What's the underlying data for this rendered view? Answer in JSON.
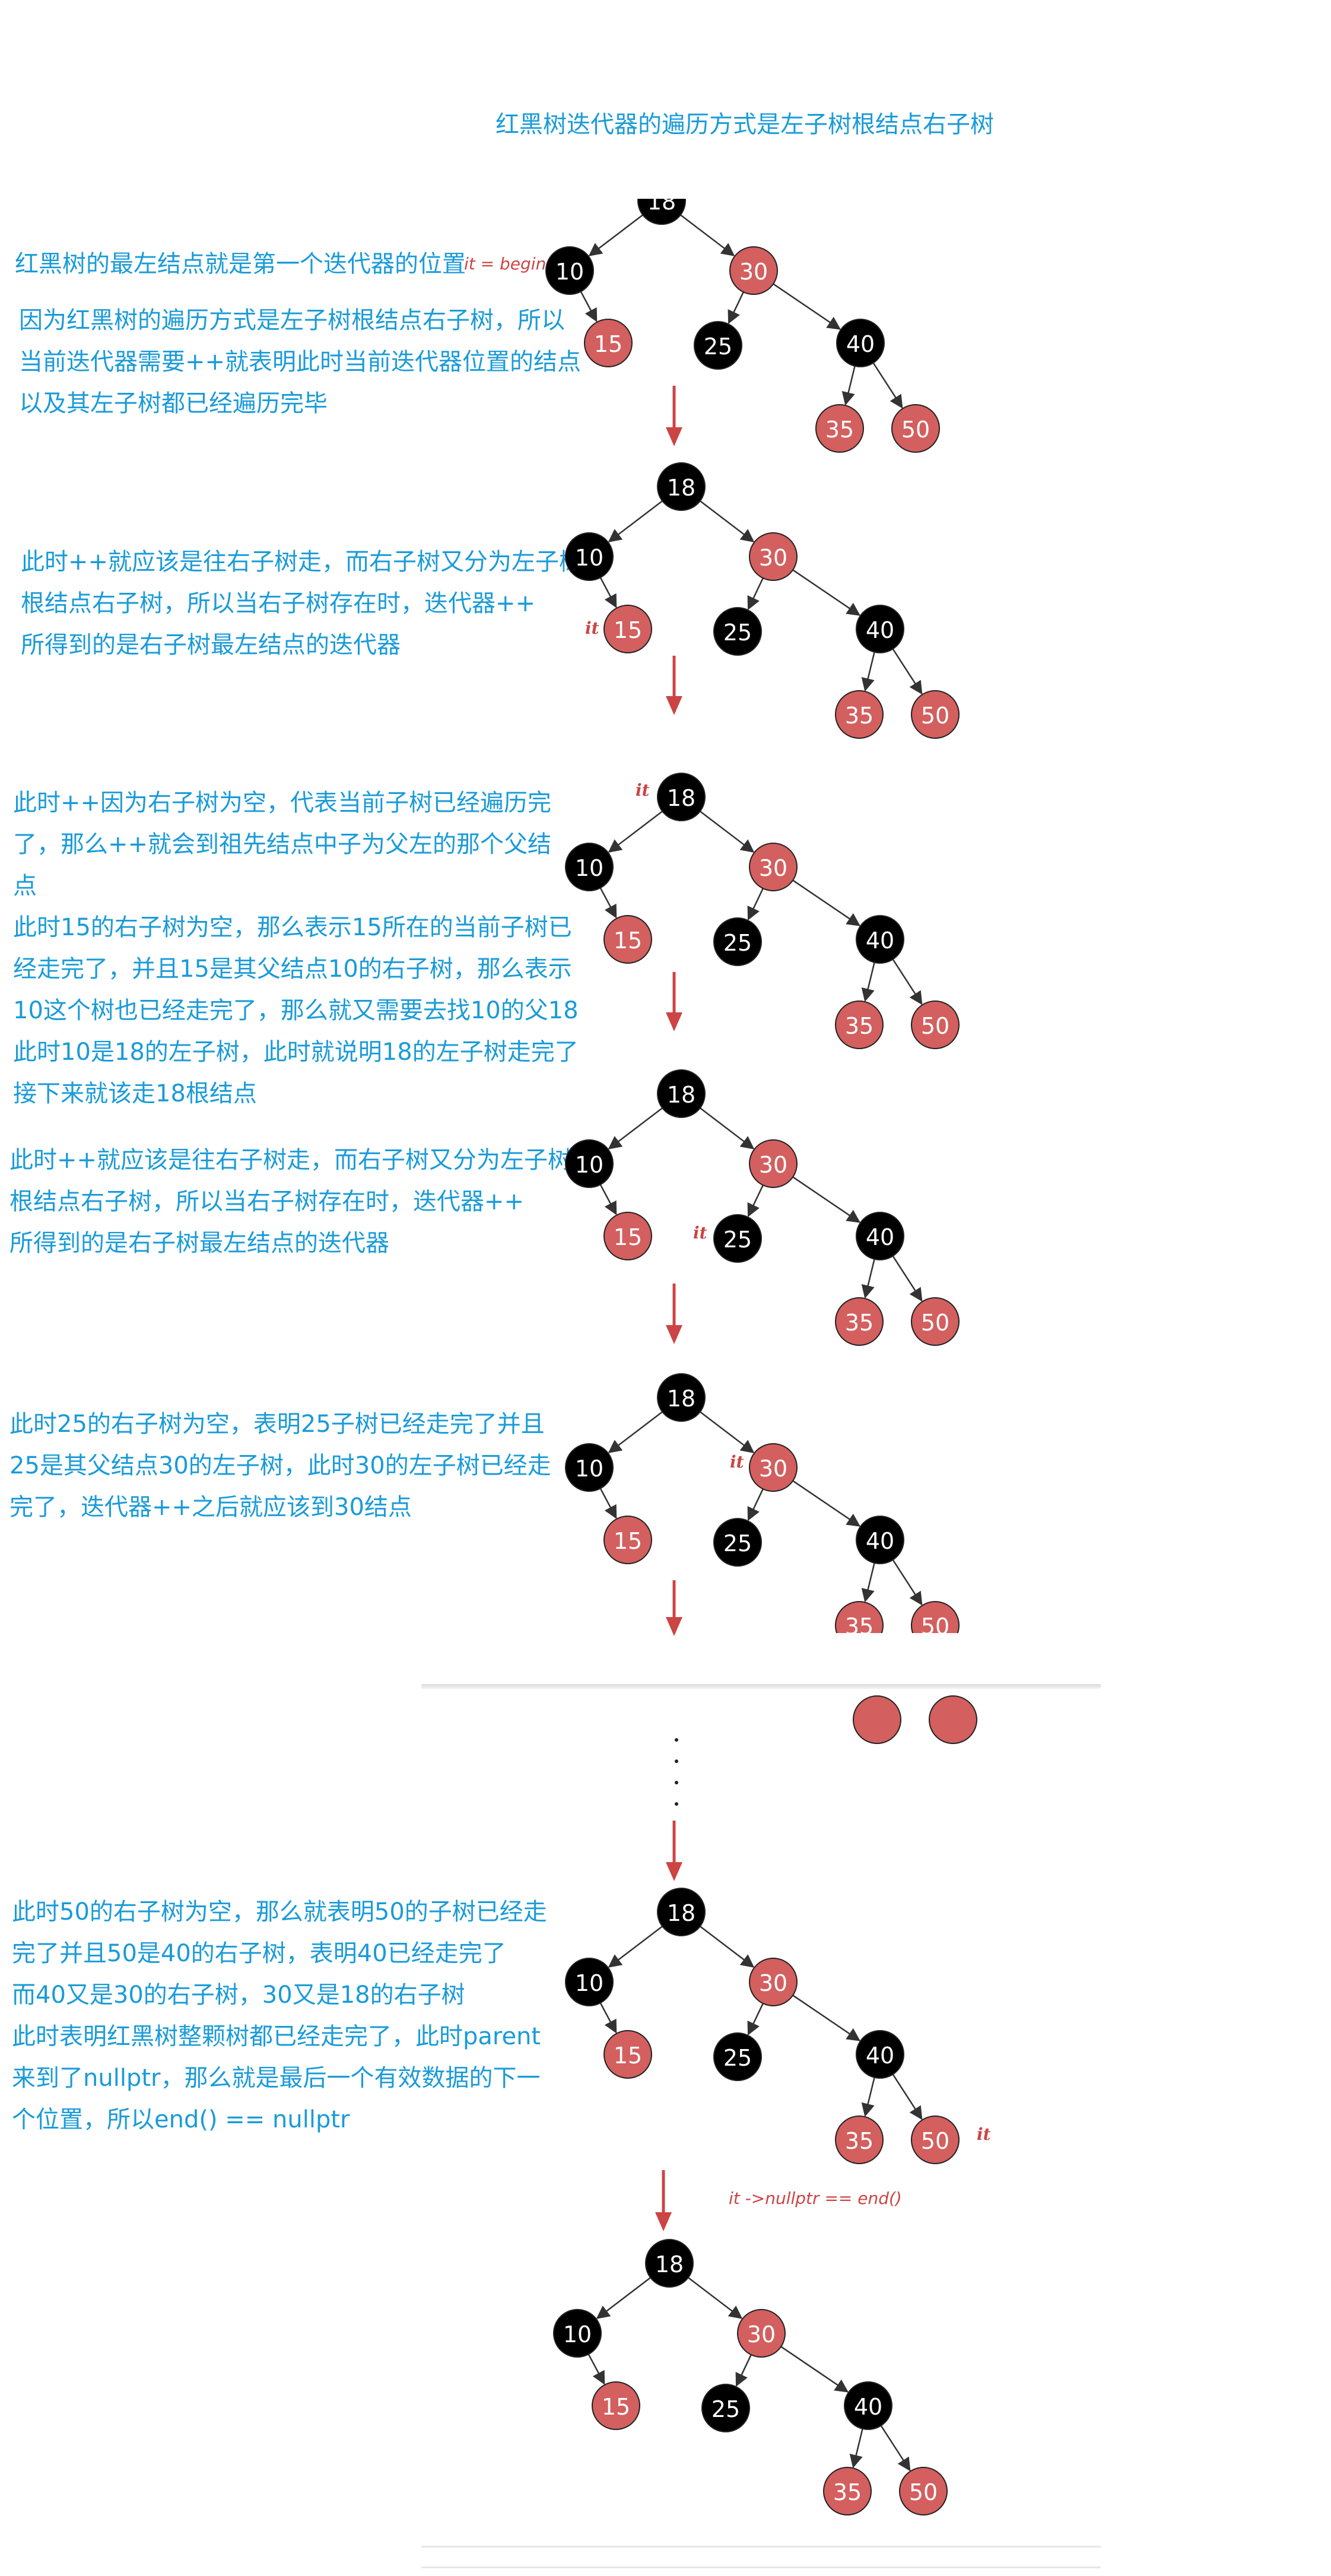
{
  "title": "红黑树迭代器的遍历方式是左子树根结点右子树",
  "node_values": [
    "18",
    "10",
    "30",
    "15",
    "25",
    "40",
    "35",
    "50"
  ],
  "colors": {
    "black": "#000000",
    "red": "#d35f5f",
    "text": "#1a9bd8",
    "arrow": "#cc4444",
    "edge": "#333333"
  },
  "iterator_label": "it",
  "annotations": {
    "begin": "it = begin()",
    "end": "it ->nullptr == end()",
    "ellipsis": "."
  },
  "steps": [
    {
      "lines": [
        "红黑树的最左结点就是第一个迭代器的位置",
        "因为红黑树的遍历方式是左子树根结点右子树，所以",
        "当前迭代器需要++就表明此时当前迭代器位置的结点",
        "以及其左子树都已经遍历完毕"
      ]
    },
    {
      "lines": [
        "此时++就应该是往右子树走，而右子树又分为左子树",
        "根结点右子树，所以当右子树存在时，迭代器++",
        "所得到的是右子树最左结点的迭代器"
      ]
    },
    {
      "lines": [
        "此时++因为右子树为空，代表当前子树已经遍历完",
        "了，那么++就会到祖先结点中子为父左的那个父结",
        "点",
        "此时15的右子树为空，那么表示15所在的当前子树已",
        "经走完了，并且15是其父结点10的右子树，那么表示",
        "10这个树也已经走完了，那么就又需要去找10的父18",
        "此时10是18的左子树，此时就说明18的左子树走完了",
        "接下来就该走18根结点"
      ]
    },
    {
      "lines": [
        "此时++就应该是往右子树走，而右子树又分为左子树",
        "根结点右子树，所以当右子树存在时，迭代器++",
        "所得到的是右子树最左结点的迭代器"
      ]
    },
    {
      "lines": [
        "此时25的右子树为空，表明25子树已经走完了并且",
        "25是其父结点30的左子树，此时30的左子树已经走",
        "完了，迭代器++之后就应该到30结点"
      ]
    },
    {
      "lines": [
        "此时50的右子树为空，那么就表明50的子树已经走",
        "完了并且50是40的右子树，表明40已经走完了",
        "而40又是30的右子树，30又是18的右子树",
        "此时表明红黑树整颗树都已经走完了，此时parent",
        "来到了nullptr，那么就是最后一个有效数据的下一",
        "个位置，所以end() == nullptr"
      ]
    }
  ]
}
